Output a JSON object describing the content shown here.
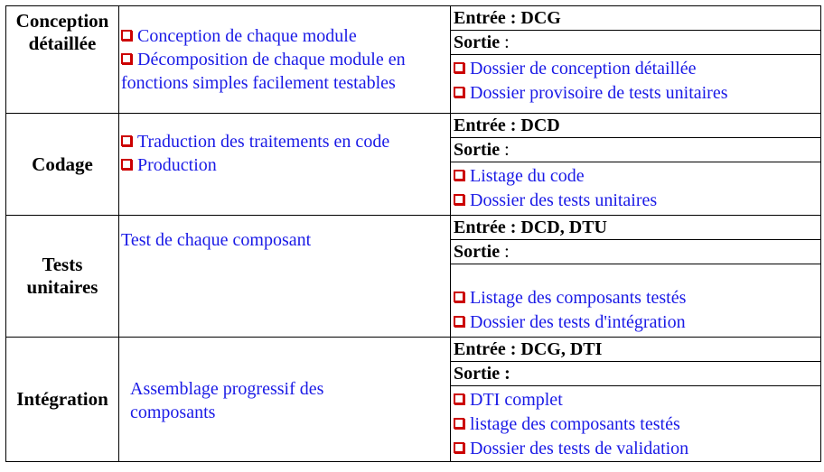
{
  "rows": [
    {
      "phase": [
        "Conception",
        "détaillée"
      ],
      "description": [
        "Conception de chaque module",
        "Décomposition de chaque    module en",
        "fonctions simples facilement testables"
      ],
      "entree": "Entrée : DCG",
      "sortie_label": "Sortie",
      "sortie_colon": " :",
      "outputs": [
        "Dossier de conception détaillée",
        "Dossier provisoire de tests unitaires"
      ]
    },
    {
      "phase": [
        "Codage"
      ],
      "description": [
        "Traduction des traitements en code",
        "Production"
      ],
      "entree": "Entrée : DCD",
      "sortie_label": "Sortie",
      "sortie_colon": " :",
      "outputs": [
        "Listage du code",
        "Dossier des tests unitaires"
      ]
    },
    {
      "phase": [
        "Tests",
        "unitaires"
      ],
      "description": [
        "Test de chaque composant"
      ],
      "entree": "Entrée : DCD, DTU",
      "sortie_label": "Sortie",
      "sortie_colon": " :",
      "outputs": [
        "Listage des composants testés",
        "Dossier des tests d'intégration"
      ]
    },
    {
      "phase": [
        "Intégration"
      ],
      "description": [
        "Assemblage progressif des",
        "composants"
      ],
      "entree": "Entrée : DCG, DTI",
      "sortie_label": "Sortie",
      "sortie_colon": " :",
      "outputs": [
        "DTI complet",
        "listage des composants testés",
        "Dossier des tests de validation"
      ]
    }
  ],
  "colors": {
    "description_text": "#1a1ae6",
    "bullet_border": "#cc0000",
    "label_text": "#000000"
  },
  "bullet_icon": "hollow-red-square"
}
